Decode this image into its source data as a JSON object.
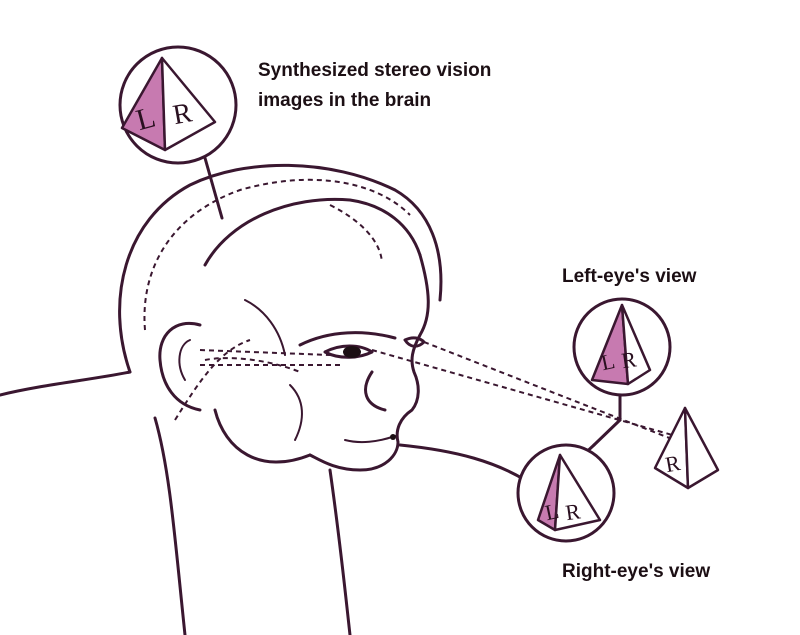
{
  "labels": {
    "brain_line1": "Synthesized stereo vision",
    "brain_line2": "images in the brain",
    "left_eye": "Left-eye's view",
    "right_eye": "Right-eye's view"
  },
  "pyramid_letters": {
    "left": "L",
    "right": "R"
  },
  "colors": {
    "line": "#3a1730",
    "accent": "#c77ab0",
    "text": "#1c0f14"
  }
}
